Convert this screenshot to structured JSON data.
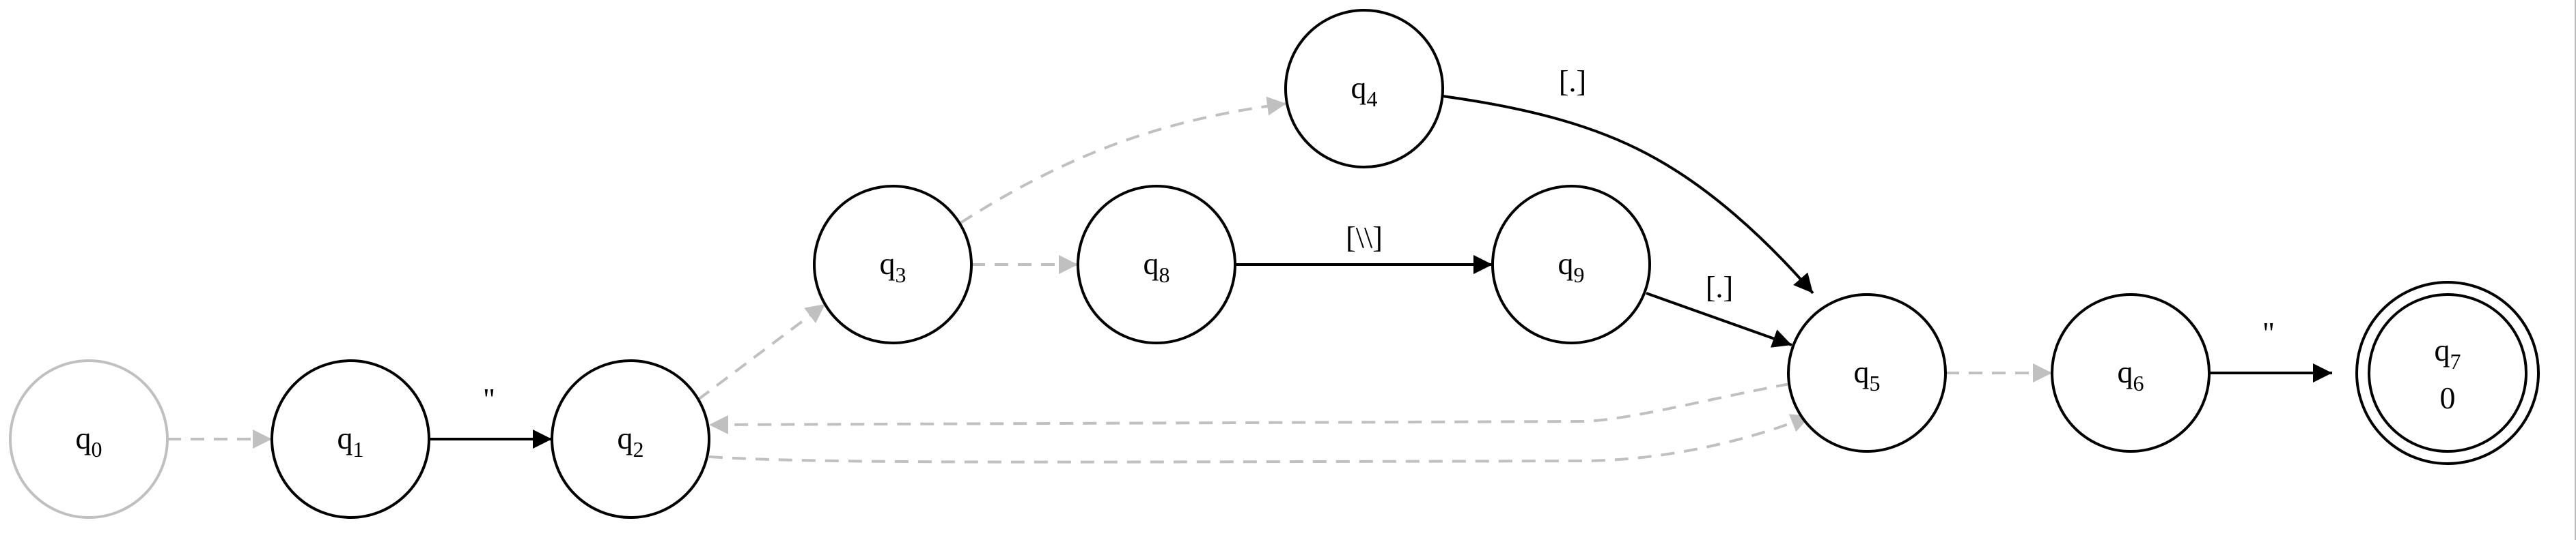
{
  "diagram": {
    "type": "finite-state-automaton",
    "colors": {
      "active": "#000000",
      "inactive": "#c0c0c0",
      "background": "#ffffff"
    },
    "states": [
      {
        "id": "q0",
        "base": "q",
        "sub": "0",
        "style": "inactive",
        "accepting": false
      },
      {
        "id": "q1",
        "base": "q",
        "sub": "1",
        "style": "active",
        "accepting": false
      },
      {
        "id": "q2",
        "base": "q",
        "sub": "2",
        "style": "active",
        "accepting": false
      },
      {
        "id": "q3",
        "base": "q",
        "sub": "3",
        "style": "active",
        "accepting": false
      },
      {
        "id": "q4",
        "base": "q",
        "sub": "4",
        "style": "active",
        "accepting": false
      },
      {
        "id": "q5",
        "base": "q",
        "sub": "5",
        "style": "active",
        "accepting": false
      },
      {
        "id": "q6",
        "base": "q",
        "sub": "6",
        "style": "active",
        "accepting": false
      },
      {
        "id": "q7",
        "base": "q",
        "sub": "7",
        "style": "active",
        "accepting": true,
        "extra": "0"
      },
      {
        "id": "q8",
        "base": "q",
        "sub": "8",
        "style": "active",
        "accepting": false
      },
      {
        "id": "q9",
        "base": "q",
        "sub": "9",
        "style": "active",
        "accepting": false
      }
    ],
    "transitions": [
      {
        "from": "q0",
        "to": "q1",
        "label": "",
        "style": "epsilon"
      },
      {
        "from": "q1",
        "to": "q2",
        "label": "\"",
        "style": "solid"
      },
      {
        "from": "q2",
        "to": "q3",
        "label": "",
        "style": "epsilon"
      },
      {
        "from": "q3",
        "to": "q4",
        "label": "",
        "style": "epsilon"
      },
      {
        "from": "q3",
        "to": "q8",
        "label": "",
        "style": "epsilon"
      },
      {
        "from": "q4",
        "to": "q5",
        "label": "[.]",
        "style": "solid"
      },
      {
        "from": "q8",
        "to": "q9",
        "label": "[\\\\]",
        "style": "solid"
      },
      {
        "from": "q9",
        "to": "q5",
        "label": "[.]",
        "style": "solid"
      },
      {
        "from": "q5",
        "to": "q2",
        "label": "",
        "style": "epsilon"
      },
      {
        "from": "q2",
        "to": "q5",
        "label": "",
        "style": "epsilon"
      },
      {
        "from": "q5",
        "to": "q6",
        "label": "",
        "style": "epsilon"
      },
      {
        "from": "q6",
        "to": "q7",
        "label": "\"",
        "style": "solid"
      }
    ]
  }
}
